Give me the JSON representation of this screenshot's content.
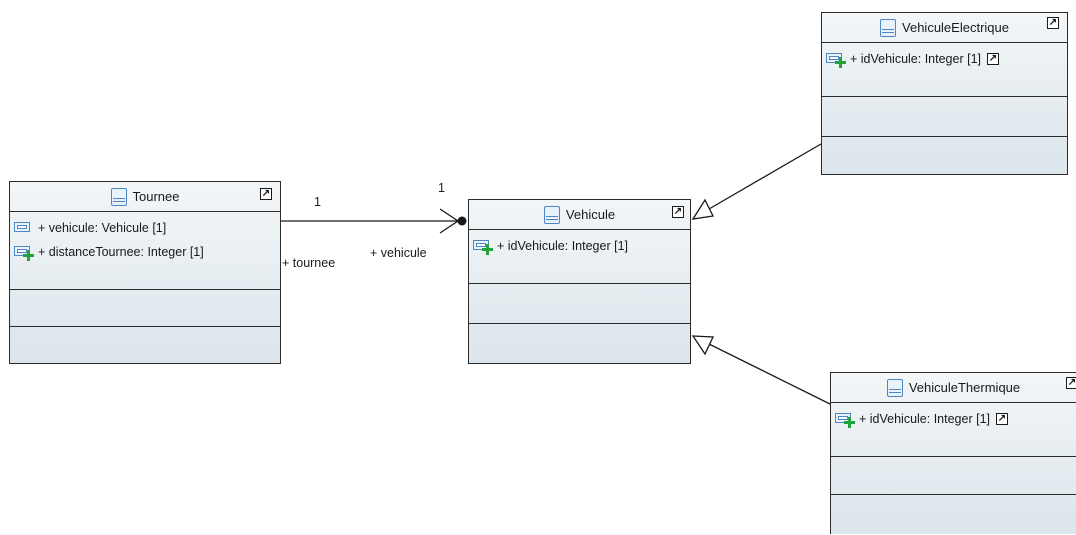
{
  "classes": {
    "tournee": {
      "name": "Tournee",
      "attributes": [
        {
          "text": "+ vehicule: Vehicule [1]",
          "icon": "property-icon"
        },
        {
          "text": "+ distanceTournee: Integer [1]",
          "icon": "property-add-icon"
        }
      ]
    },
    "vehicule": {
      "name": "Vehicule",
      "attributes": [
        {
          "text": "+ idVehicule: Integer [1]",
          "icon": "property-add-icon"
        }
      ]
    },
    "vehicule_electrique": {
      "name": "VehiculeElectrique",
      "attributes": [
        {
          "text": "+ idVehicule: Integer [1]",
          "icon": "property-add-icon"
        }
      ]
    },
    "vehicule_thermique": {
      "name": "VehiculeThermique",
      "attributes": [
        {
          "text": "+ idVehicule: Integer [1]",
          "icon": "property-add-icon"
        }
      ]
    }
  },
  "association": {
    "source_multiplicity": "1",
    "target_multiplicity": "1",
    "source_role": "+ tournee",
    "target_role": "+ vehicule"
  },
  "icons": {
    "link": "↗"
  }
}
